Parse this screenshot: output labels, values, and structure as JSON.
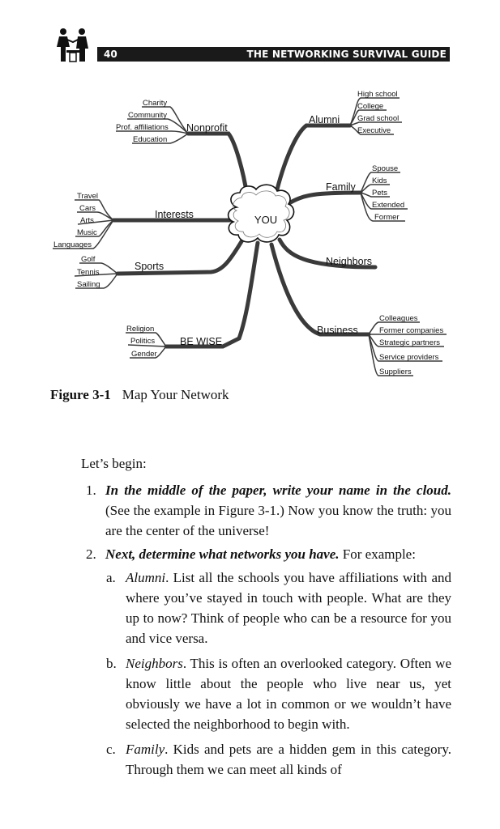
{
  "header": {
    "page_number": "40",
    "book_title": "THE NETWORKING SURVIVAL GUIDE",
    "logo_icon": "handshake-people-icon"
  },
  "figure": {
    "center": "YOU",
    "branches": {
      "nonprofit": {
        "label": "Nonprofit",
        "items": [
          "Charity",
          "Community",
          "Prof. affiliations",
          "Education"
        ]
      },
      "interests": {
        "label": "Interests",
        "items": [
          "Travel",
          "Cars",
          "Arts",
          "Music",
          "Languages"
        ]
      },
      "sports": {
        "label": "Sports",
        "items": [
          "Golf",
          "Tennis",
          "Sailing"
        ]
      },
      "bewise": {
        "label": "BE WISE",
        "items": [
          "Religion",
          "Politics",
          "Gender"
        ]
      },
      "alumni": {
        "label": "Alumni",
        "items": [
          "High school",
          "College",
          "Grad school",
          "Executive"
        ]
      },
      "family": {
        "label": "Family",
        "items": [
          "Spouse",
          "Kids",
          "Pets",
          "Extended",
          "Former"
        ]
      },
      "neighbors": {
        "label": "Neighbors",
        "items": []
      },
      "business": {
        "label": "Business",
        "items": [
          "Colleagues",
          "Former companies",
          "Strategic partners",
          "Service providers",
          "Suppliers"
        ]
      }
    },
    "caption_number": "Figure 3-1",
    "caption_text": "Map Your Network"
  },
  "text": {
    "intro": "Let’s begin:",
    "item1_num": "1.",
    "item1_lead": "In the middle of the paper, write your name in the cloud.",
    "item1_rest": " (See the example in Figure 3-1.) Now you know the truth: you are the center of the universe!",
    "item2_num": "2.",
    "item2_lead": "Next, determine what networks you have.",
    "item2_rest": " For example:",
    "sub_a_letter": "a.",
    "sub_a_term": "Alumni",
    "sub_a_text": ". List all the schools you have affiliations with and where you’ve stayed in touch with people. What are they up to now? Think of people who can be a resource for you and vice versa.",
    "sub_b_letter": "b.",
    "sub_b_term": "Neighbors",
    "sub_b_text": ". This is often an overlooked category. Often we know little about the people who live near us, yet obviously we have a lot in common or we wouldn’t have selected the neighborhood to begin with.",
    "sub_c_letter": "c.",
    "sub_c_term": "Family",
    "sub_c_text": ". Kids and pets are a hidden gem in this category. Through them we can meet all kinds of"
  }
}
